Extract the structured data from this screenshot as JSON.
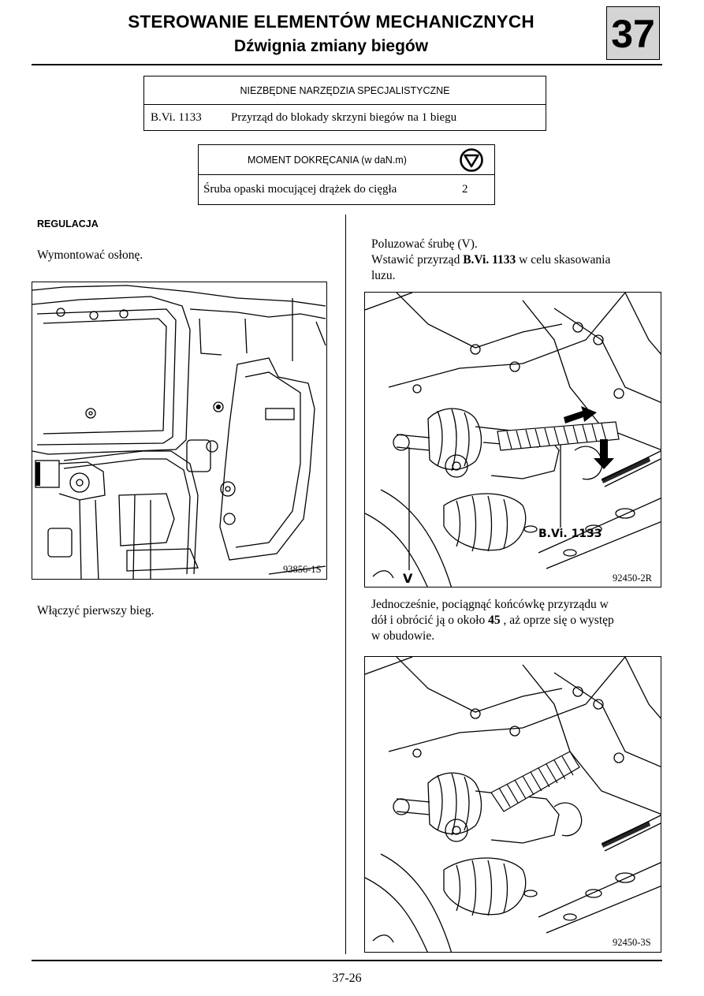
{
  "header": {
    "title": "STEROWANIE ELEMENTÓW MECHANICZNYCH",
    "subtitle": "Dźwignia zmiany biegów",
    "chapter": "37"
  },
  "tools_table": {
    "header": "NIEZBĘDNE NARZĘDZIA SPECJALISTYCZNE",
    "rows": [
      {
        "code": "B.Vi. 1133",
        "description": "Przyrząd do blokady skrzyni biegów na 1 biegu"
      }
    ]
  },
  "torque_table": {
    "header": "MOMENT DOKRĘCANIA (w daN.m)",
    "icon": "torque-icon",
    "rows": [
      {
        "description": "Śruba opaski mocującej drążek do cięgła",
        "value": "2"
      }
    ]
  },
  "left_column": {
    "section_title": "REGULACJA",
    "step1": "Wymontować  osłonę.",
    "figure1_ref": "93856-1S",
    "step2": "Włączyć pierwszy bieg."
  },
  "right_column": {
    "step3_line1": "Poluzować śrubę (V).",
    "step3_line2_a": "Wstawić przyrząd ",
    "step3_line2_b": "B.Vi. 1133",
    "step3_line2_c": " w celu skasowania",
    "step3_line3": "luzu.",
    "figure2_tool_label": "B.Vi. 1133",
    "figure2_v_label": "V",
    "figure2_ref": "92450-2R",
    "step4_line1": "Jednocześnie, pociągnąć końcówkę przyrządu w",
    "step4_line2_a": "dół i obrócić ją o około ",
    "step4_line2_b": "45",
    "step4_line2_c": " ,  aż oprze się o występ",
    "step4_line3": "w obudowie.",
    "figure3_ref": "92450-3S"
  },
  "footer": {
    "page_number": "37-26"
  }
}
